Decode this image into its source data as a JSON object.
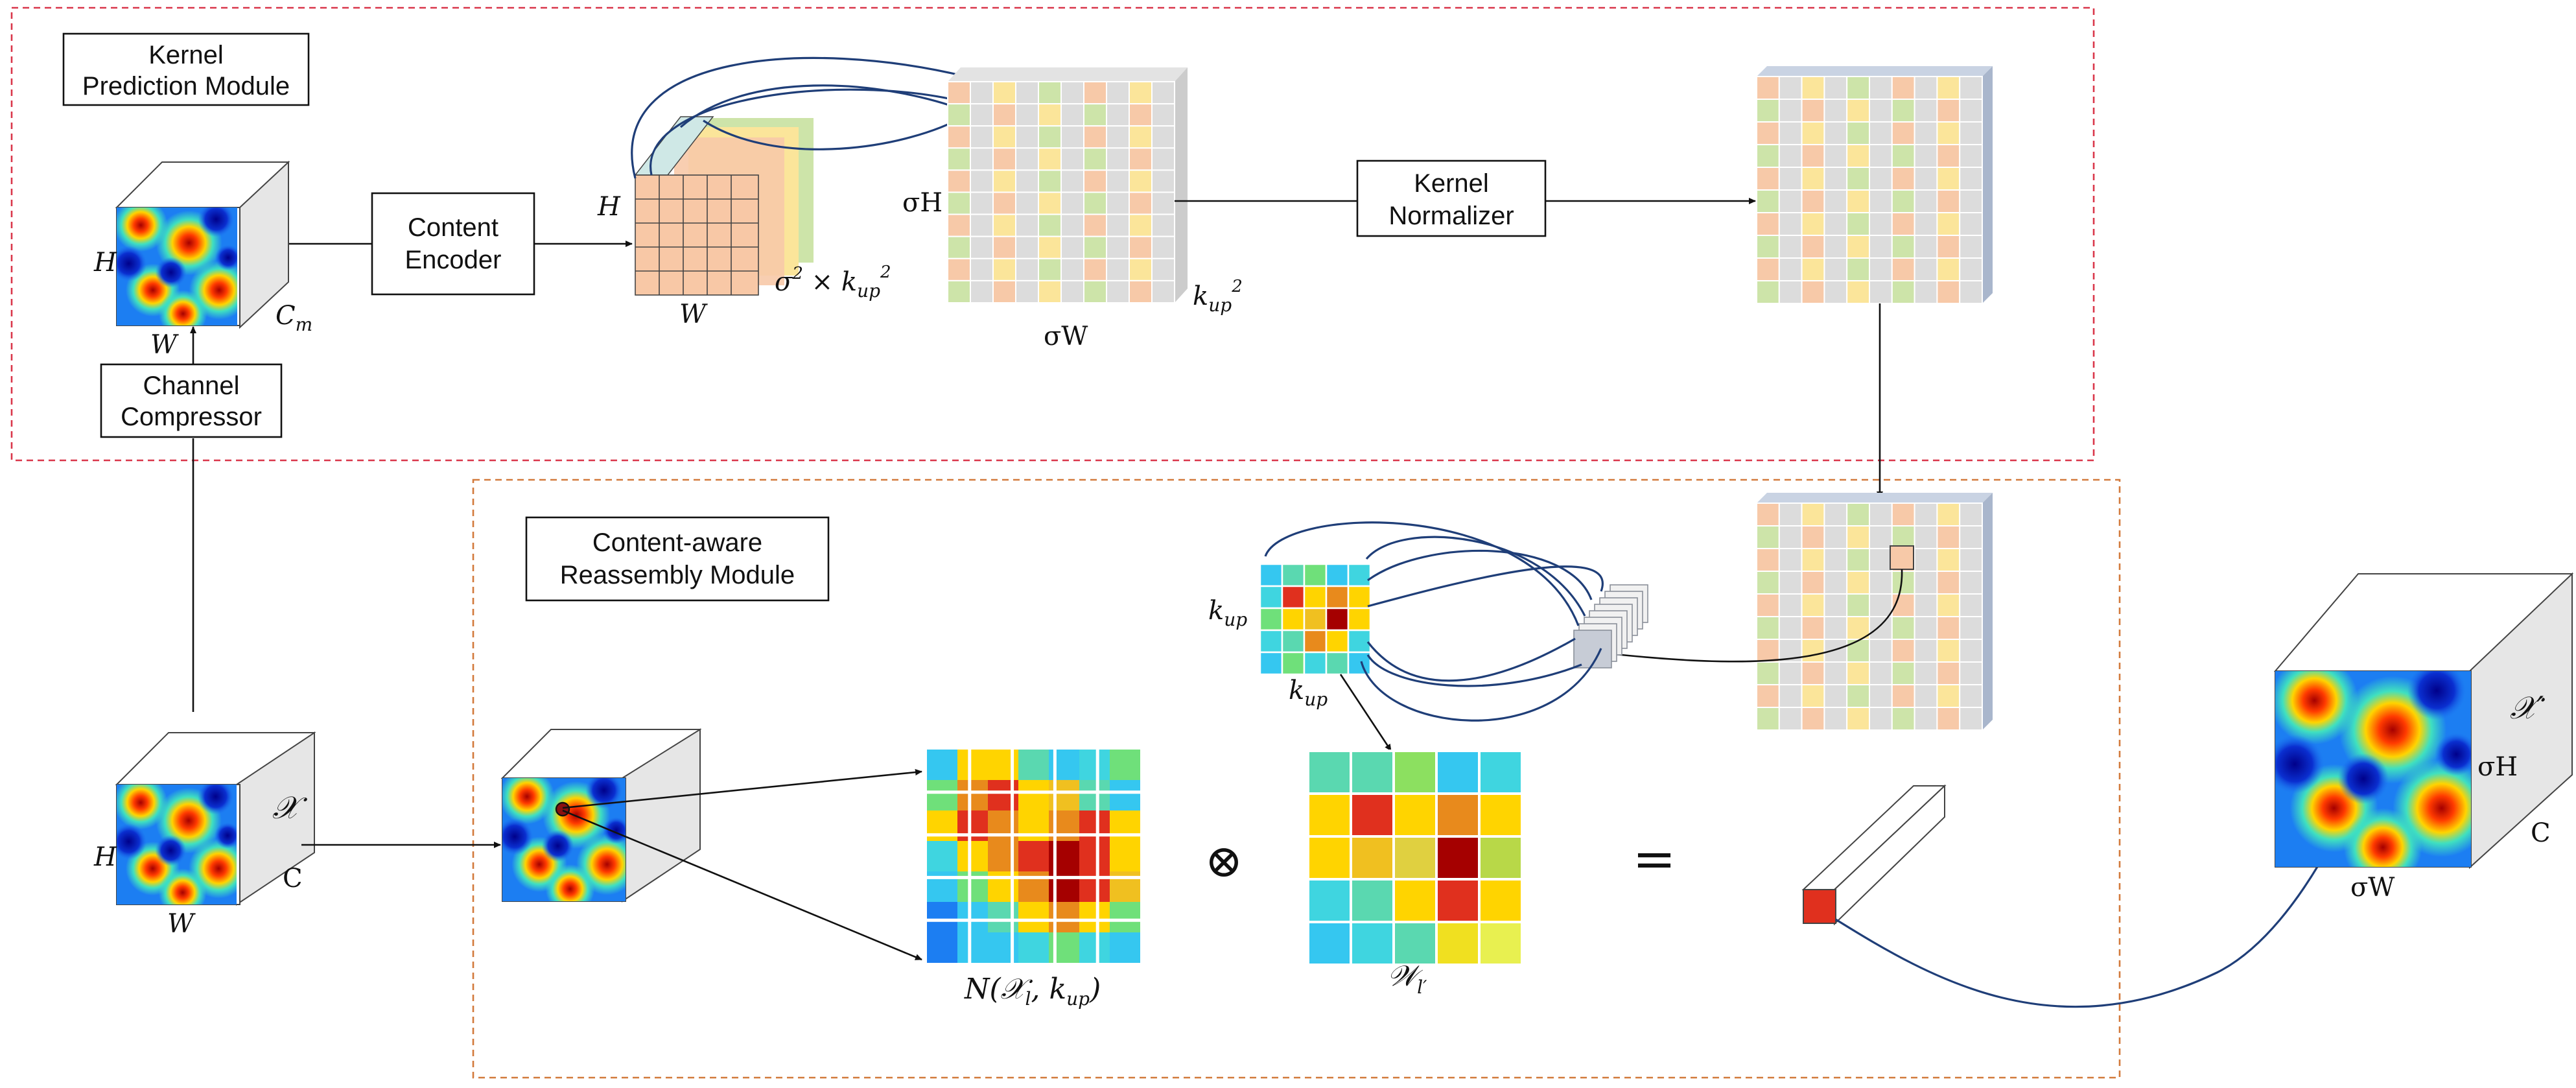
{
  "modules": {
    "kpm": {
      "line1": "Kernel",
      "line2": "Prediction Module"
    },
    "carm": {
      "line1": "Content-aware",
      "line2": "Reassembly Module"
    }
  },
  "blocks": {
    "content_encoder": {
      "line1": "Content",
      "line2": "Encoder"
    },
    "kernel_normalizer": {
      "line1": "Kernel",
      "line2": "Normalizer"
    },
    "channel_compressor": {
      "line1": "Channel",
      "line2": "Compressor"
    }
  },
  "math": {
    "H": "H",
    "W": "W",
    "Cm_base": "C",
    "Cm_sub": "m",
    "X": "𝒳",
    "C": "C",
    "Xprime": "𝒳′",
    "sigmaH": "σH",
    "sigmaW": "σW",
    "sigma_k_base": "σ",
    "sigma_k_exp": "2",
    "times": "×",
    "kup_base": "k",
    "kup_sub": "up",
    "kup_exp": "2",
    "neighborhood": "N(𝒳",
    "neigh_sub": "l",
    "neigh_rest": ", k",
    "neigh_sub2": "up",
    "neigh_close": ")",
    "weight_base": "𝒲",
    "weight_sub": "l′",
    "otimes": "⊗",
    "equals": "="
  },
  "colors": {
    "kpm_border": "#d9364a",
    "carm_border": "#d27a3c",
    "kernel_orange": "#f7c9a8",
    "kernel_yellow": "#fbe59a",
    "kernel_green": "#cde4a9",
    "kernel_gray": "#dcdcdc",
    "cube_side": "#e6e6e6",
    "arrow_curve": "#1f3e78",
    "output_red": "#e0301e"
  }
}
